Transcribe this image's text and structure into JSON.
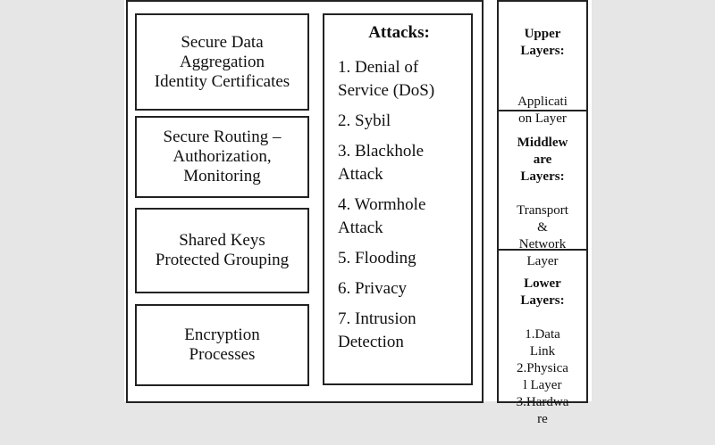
{
  "security_services": [
    "Secure Data\nAggregation\nIdentity Certificates",
    "Secure Routing –\nAuthorization,\nMonitoring",
    "Shared Keys\nProtected Grouping",
    "Encryption\nProcesses"
  ],
  "attacks": {
    "title": "Attacks:",
    "items": [
      "1.  Denial of\nService (DoS)",
      "2. Sybil",
      "3. Blackhole\nAttack",
      "4. Wormhole\nAttack",
      "5. Flooding",
      "6. Privacy",
      "7. Intrusion\nDetection"
    ]
  },
  "layers": [
    {
      "title": "Upper\nLayers:",
      "body": "\nApplicati\non Layer"
    },
    {
      "title": "Middlew\nare\nLayers:",
      "body": "Transport\n&\nNetwork\nLayer"
    },
    {
      "title": "Lower\nLayers:",
      "body": "1.Data\nLink\n2.Physica\nl Layer\n3.Hardwa\nre"
    }
  ]
}
